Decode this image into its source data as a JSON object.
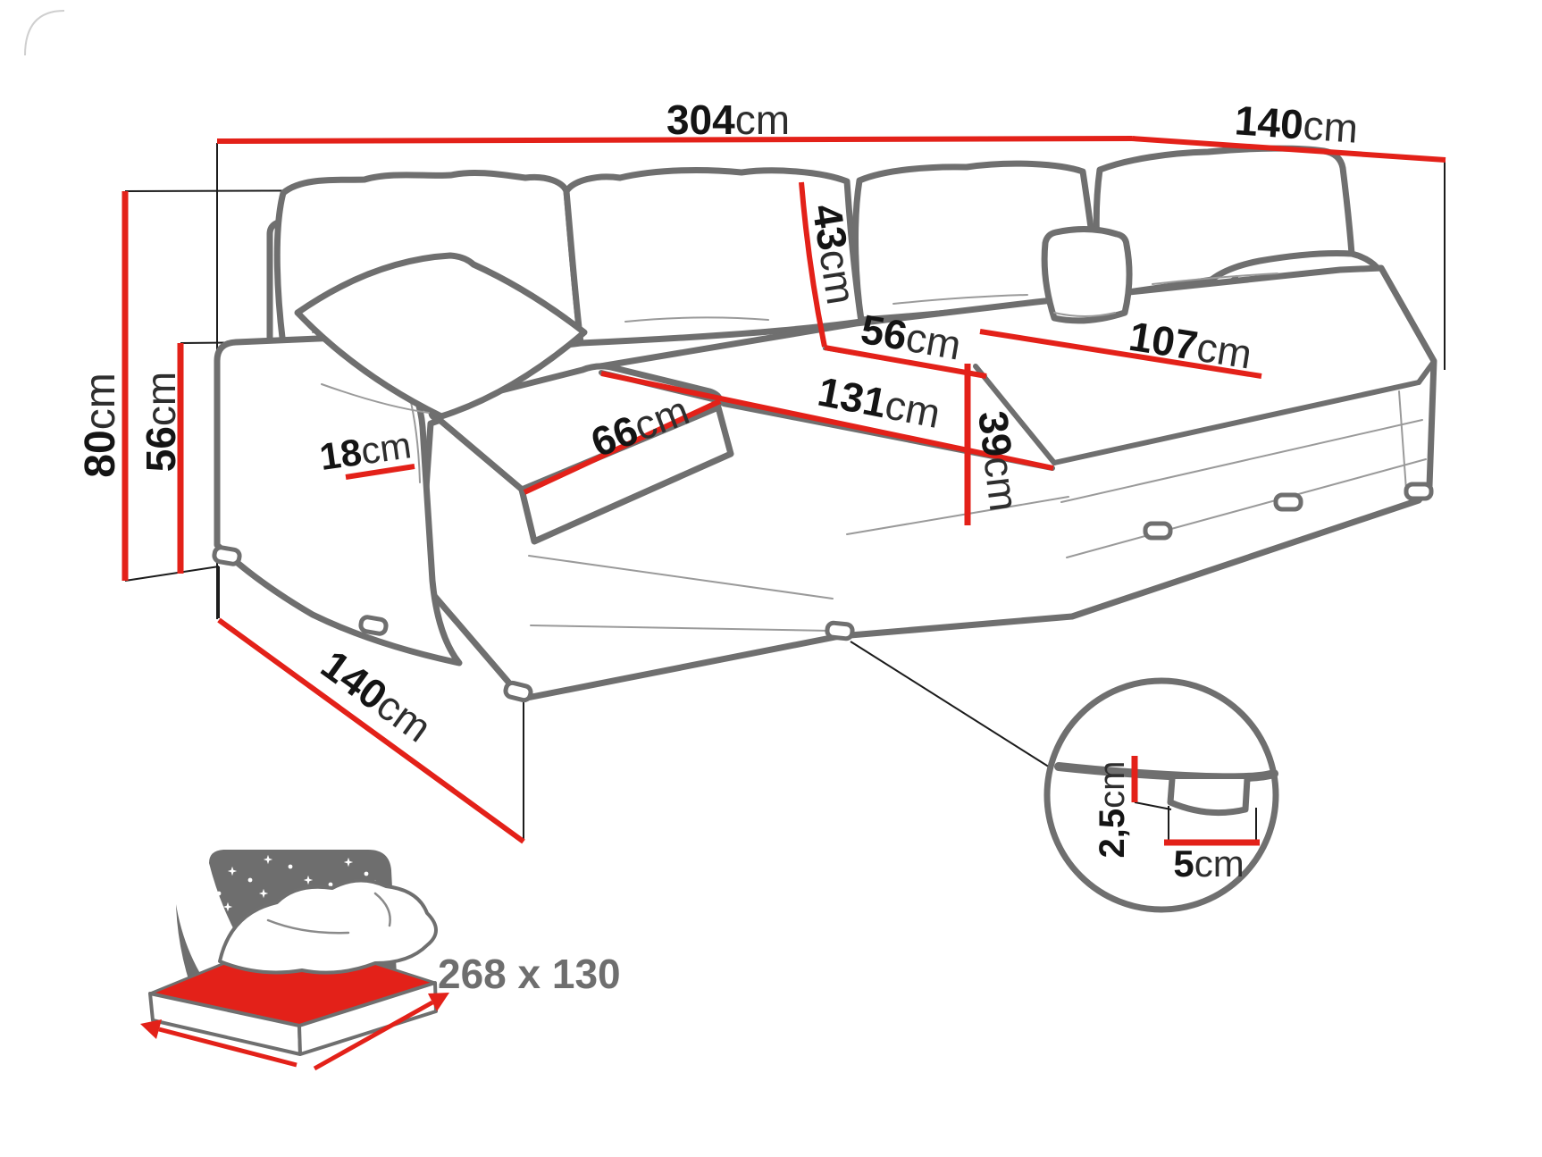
{
  "diagram": {
    "type": "corner-sofa-dimension-diagram",
    "colors": {
      "dimension_red": "#e32119",
      "sofa_outline_gray": "#6f6f6f",
      "label_black": "#141414",
      "icon_gray": "#6e6e6e"
    },
    "icons": {
      "sleep_function": "bed-night-stars-icon",
      "leg_detail": "leg-magnifier-circle"
    },
    "labels": {
      "total_width": {
        "num": "304",
        "unit": "cm"
      },
      "depth_right": {
        "num": "140",
        "unit": "cm"
      },
      "total_height": {
        "num": "80",
        "unit": "cm"
      },
      "seat_height": {
        "num": "56",
        "unit": "cm"
      },
      "armrest_width": {
        "num": "18",
        "unit": "cm"
      },
      "depth_left": {
        "num": "140",
        "unit": "cm"
      },
      "left_seat_width": {
        "num": "66",
        "unit": "cm"
      },
      "middle_section_width": {
        "num": "131",
        "unit": "cm"
      },
      "backrest_cushion_height": {
        "num": "43",
        "unit": "cm"
      },
      "middle_seat_depth": {
        "num": "56",
        "unit": "cm"
      },
      "seat_base_height": {
        "num": "39",
        "unit": "cm"
      },
      "chaise_length": {
        "num": "107",
        "unit": "cm"
      },
      "leg_height": {
        "num": "2,5",
        "unit": "cm"
      },
      "leg_width": {
        "num": "5",
        "unit": "cm"
      }
    },
    "sleeping_area": {
      "label": "268 x 130"
    }
  }
}
